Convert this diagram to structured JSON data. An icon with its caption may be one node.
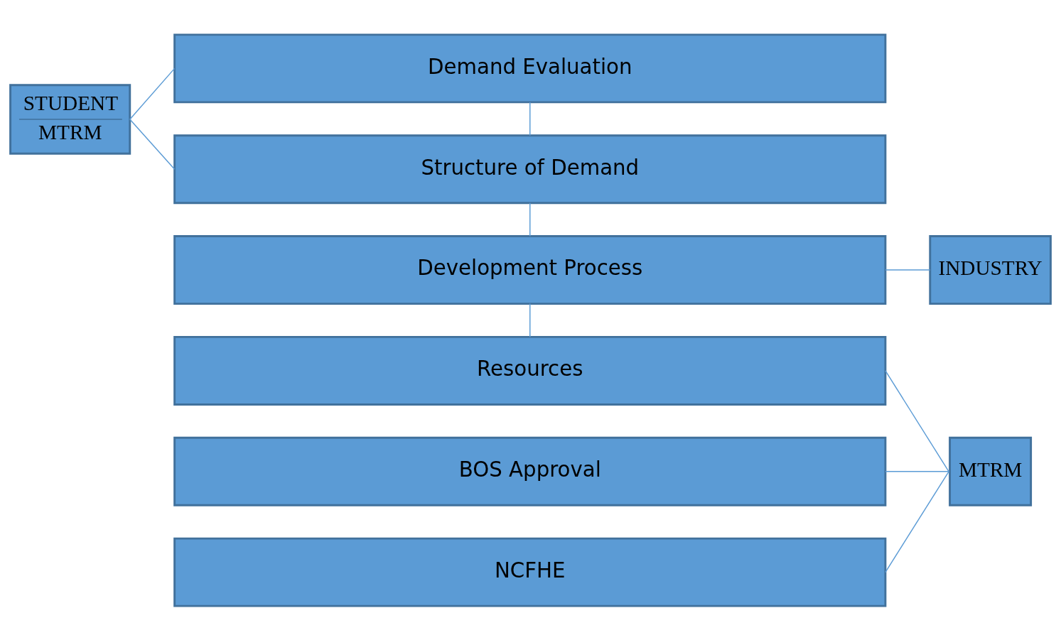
{
  "diagram": {
    "nodes": [
      {
        "text": [
          "Demand Evaluation"
        ]
      },
      {
        "text": [
          "Structure of Demand"
        ]
      },
      {
        "text": [
          "Development Process"
        ]
      },
      {
        "text": [
          "Resources"
        ]
      },
      {
        "text": [
          "BOS Approval"
        ]
      },
      {
        "text": [
          "NCFHE"
        ]
      },
      {
        "text": [
          "STUDENT",
          "MTRM"
        ]
      },
      {
        "text": [
          "INDUSTRY"
        ]
      },
      {
        "text": [
          "MTRM"
        ]
      }
    ],
    "edges": [
      {
        "from": 0,
        "to": 1,
        "arrow": "none"
      },
      {
        "from": 1,
        "to": 2,
        "arrow": "none"
      },
      {
        "from": 2,
        "to": 3,
        "arrow": "none"
      },
      {
        "from": 6,
        "to": 0,
        "arrow": "none"
      },
      {
        "from": 6,
        "to": 1,
        "arrow": "none"
      },
      {
        "from": 2,
        "to": 7,
        "arrow": "none"
      },
      {
        "from": 3,
        "to": 8,
        "arrow": "none"
      },
      {
        "from": 4,
        "to": 8,
        "arrow": "none"
      },
      {
        "from": 5,
        "to": 8,
        "arrow": "none"
      }
    ]
  }
}
